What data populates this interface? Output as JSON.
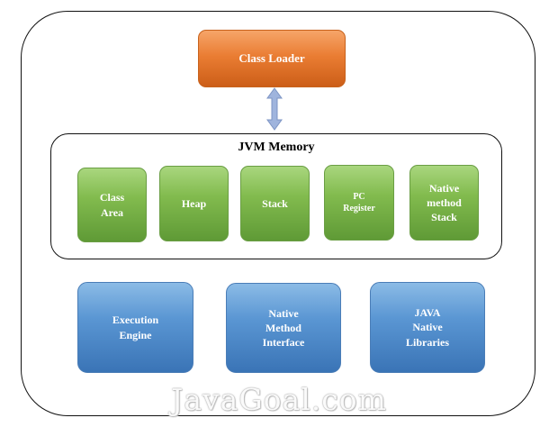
{
  "class_loader": "Class Loader",
  "jvm_memory": {
    "title": "JVM Memory",
    "areas": [
      [
        "Class",
        "Area"
      ],
      [
        "Heap"
      ],
      [
        "Stack"
      ],
      [
        "PC",
        "Register"
      ],
      [
        "Native",
        "method",
        "Stack"
      ]
    ]
  },
  "bottom": [
    [
      "Execution",
      "Engine"
    ],
    [
      "Native",
      "Method",
      "Interface"
    ],
    [
      "JAVA",
      "Native",
      "Libraries"
    ]
  ],
  "watermark": "JavaGoal.com",
  "colors": {
    "orange": "#ea7d33",
    "green": "#82bb4e",
    "blue": "#5a96d3",
    "arrow": "#9fb4dd"
  }
}
